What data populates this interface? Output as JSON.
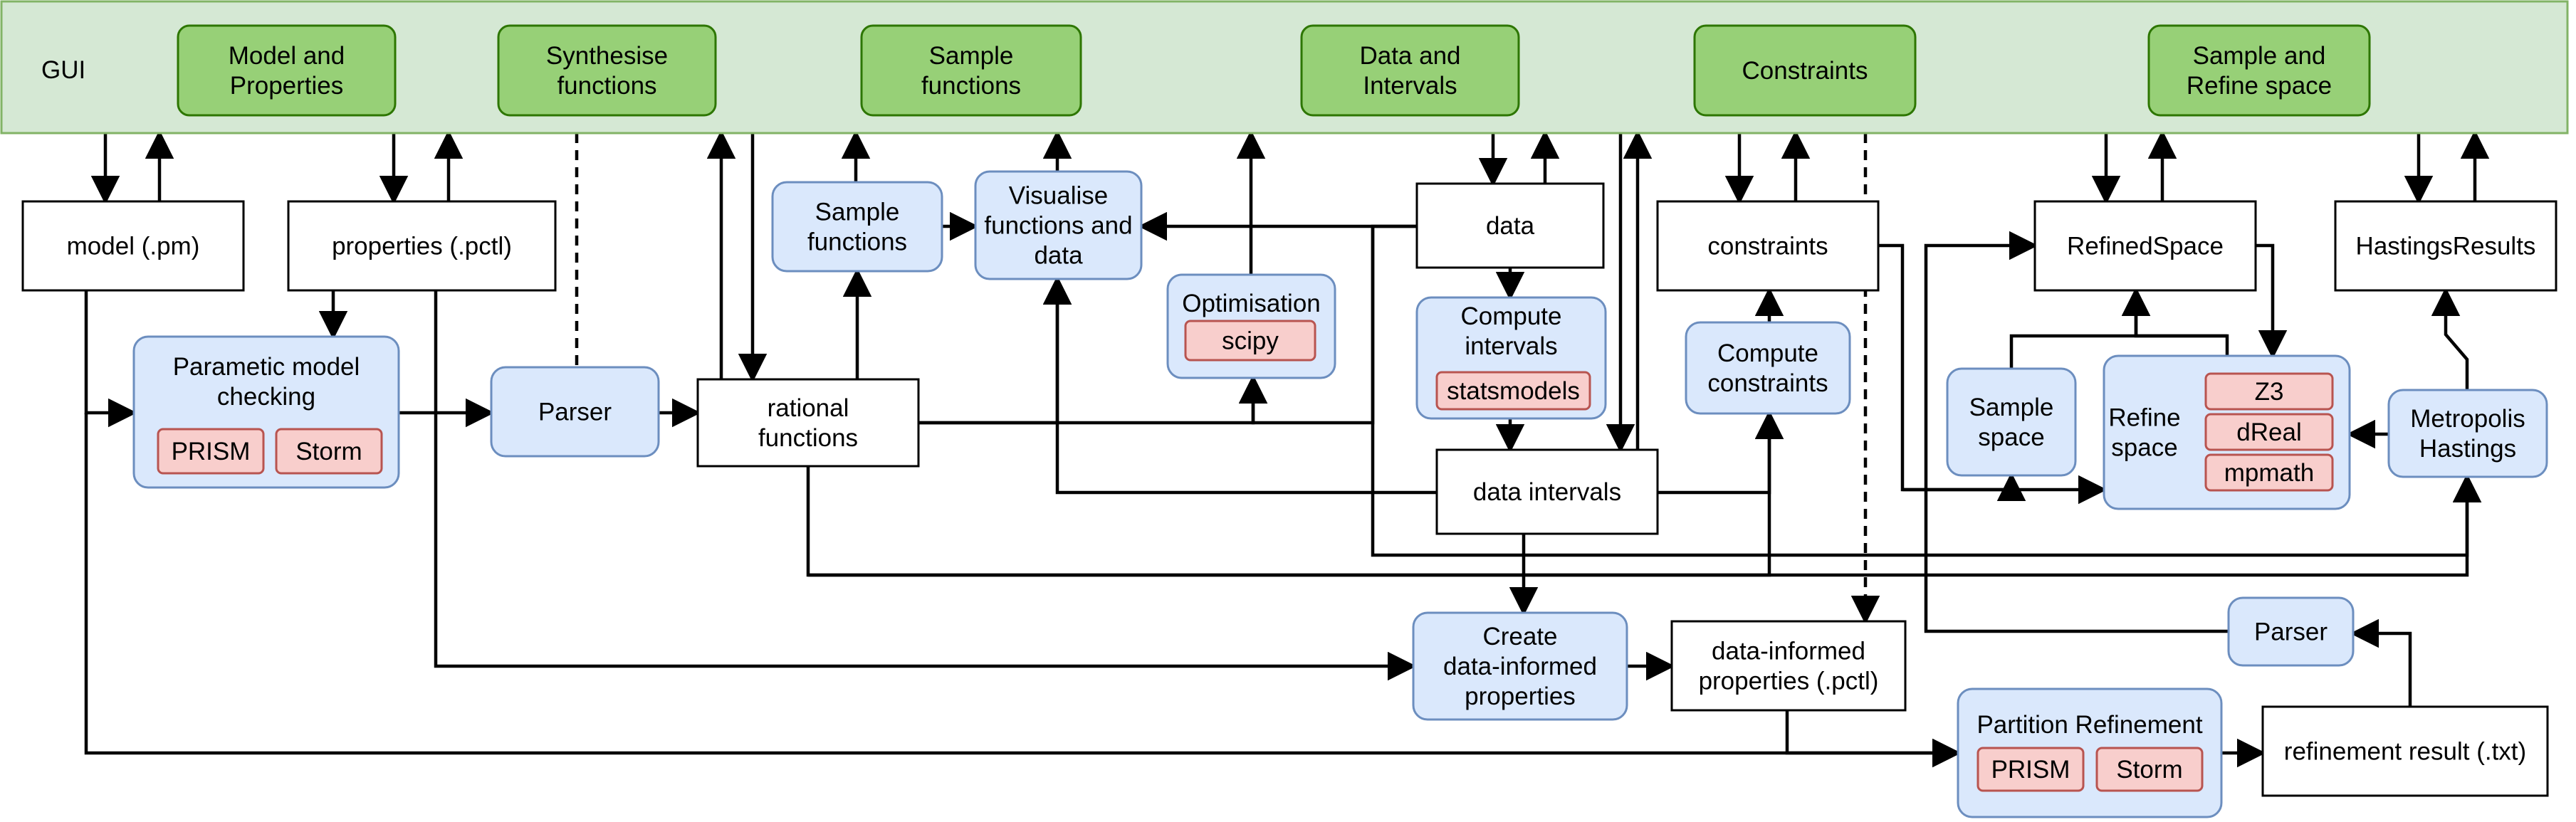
{
  "gui_bar": {
    "label": "GUI",
    "color": "#d5e8d4",
    "tabs": [
      "Model and\nProperties",
      "Synthesise\nfunctions",
      "Sample\nfunctions",
      "Data and\nIntervals",
      "Constraints",
      "Sample and\nRefine space"
    ]
  },
  "colors": {
    "gui_tab": "#97d077",
    "process_fill": "#dae8fc",
    "process_stroke": "#6c8ebf",
    "tool_fill": "#f8cecc",
    "tool_stroke": "#b85450",
    "file_fill": "#ffffff"
  },
  "files": {
    "model": "model (.pm)",
    "properties": "properties (.pctl)",
    "rational_functions": "rational\nfunctions",
    "data": "data",
    "data_intervals": "data intervals",
    "constraints": "constraints",
    "refined_space": "RefinedSpace",
    "hastings_results": "HastingsResults",
    "data_informed_properties": "data-informed\nproperties (.pctl)",
    "refinement_result": "refinement result (.txt)"
  },
  "processes": {
    "parametric_model_checking": "Parametic model\nchecking",
    "parser": "Parser",
    "sample_functions": "Sample\nfunctions",
    "visualise": "Visualise\nfunctions and\ndata",
    "optimisation": "Optimisation",
    "compute_intervals": "Compute\nintervals",
    "compute_constraints": "Compute\nconstraints",
    "sample_space": "Sample\nspace",
    "refine_space": "Refine\nspace",
    "metropolis_hastings": "Metropolis\nHastings",
    "create_data_informed": "Create\ndata-informed\nproperties",
    "parser_result": "Parser",
    "partition_refinement": "Partition Refinement"
  },
  "tools": {
    "pmc_prism": "PRISM",
    "pmc_storm": "Storm",
    "scipy": "scipy",
    "statsmodels": "statsmodels",
    "z3": "Z3",
    "dreal": "dReal",
    "mpmath": "mpmath",
    "pr_prism": "PRISM",
    "pr_storm": "Storm"
  }
}
